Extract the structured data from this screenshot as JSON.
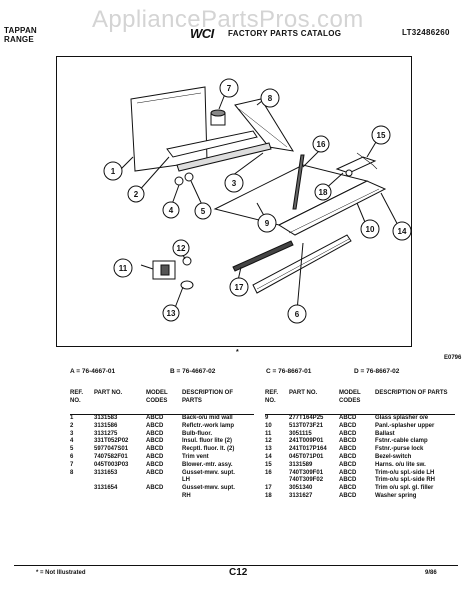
{
  "header": {
    "brand_line1": "TAPPAN",
    "brand_line2": "RANGE",
    "logo": "WCI",
    "catalog_title": "FACTORY PARTS CATALOG",
    "catalog_number": "LT32486260",
    "watermark": "AppliancePartsPros.com"
  },
  "diagram": {
    "drawing_number": "E0796",
    "star_mark": "*",
    "callouts": [
      "1",
      "2",
      "3",
      "4",
      "5",
      "6",
      "7",
      "8",
      "9",
      "10",
      "11",
      "12",
      "13",
      "14",
      "15",
      "16",
      "17",
      "18"
    ]
  },
  "models": [
    {
      "label": "A = 76-4667-01"
    },
    {
      "label": "B = 76-4667-02"
    },
    {
      "label": "C = 76-8667-01"
    },
    {
      "label": "D = 76-8667-02"
    }
  ],
  "table": {
    "headers": {
      "ref": "REF. NO.",
      "part": "PART NO.",
      "model": "MODEL CODES",
      "desc": "DESCRIPTION OF PARTS"
    },
    "left_rows": [
      {
        "ref": "1",
        "part": "3131583",
        "model": "ABCD",
        "desc": "Back-o/u mid wall"
      },
      {
        "ref": "2",
        "part": "3131586",
        "model": "ABCD",
        "desc": "Reflctr.-work lamp"
      },
      {
        "ref": "3",
        "part": "3131275",
        "model": "ABCD",
        "desc": "Bulb-fluor."
      },
      {
        "ref": "4",
        "part": "331T052P02",
        "model": "ABCD",
        "desc": "Insul. fluor lite (2)"
      },
      {
        "ref": "5",
        "part": "5977047S01",
        "model": "ABCD",
        "desc": "Recptl. fluor. lt. (2)"
      },
      {
        "ref": "6",
        "part": "7407582F01",
        "model": "ABCD",
        "desc": "Trim vent"
      },
      {
        "ref": "7",
        "part": "045T003P03",
        "model": "ABCD",
        "desc": "Blower.-mtr. assy."
      },
      {
        "ref": "8",
        "part": "3131653",
        "model": "ABCD",
        "desc": "Gusset-mwv. supt.",
        "desc2": "LH"
      },
      {
        "ref": "",
        "part": "3131654",
        "model": "ABCD",
        "desc": "Gusset-mwv. supt.",
        "desc2": "RH"
      }
    ],
    "right_rows": [
      {
        "ref": "9",
        "part": "277T164P25",
        "model": "ABCD",
        "desc": "Glass splasher o/e"
      },
      {
        "ref": "10",
        "part": "513T073F21",
        "model": "ABCD",
        "desc": "Panl.-splasher upper"
      },
      {
        "ref": "11",
        "part": "3051115",
        "model": "ABCD",
        "desc": "Ballast"
      },
      {
        "ref": "12",
        "part": "241T009P01",
        "model": "ABCD",
        "desc": "Fstnr.-cable clamp"
      },
      {
        "ref": "13",
        "part": "241T017P164",
        "model": "ABCD",
        "desc": "Fstnr.-purse lock"
      },
      {
        "ref": "14",
        "part": "045T071P01",
        "model": "ABCD",
        "desc": "Bezel-switch"
      },
      {
        "ref": "15",
        "part": "3131589",
        "model": "ABCD",
        "desc": "Harns. o/u lite sw."
      },
      {
        "ref": "16",
        "part": "740T309F01",
        "model": "ABCD",
        "desc": "Trim-o/u spl.-side LH"
      },
      {
        "ref": "",
        "part": "740T309F02",
        "model": "ABCD",
        "desc": "Trim-o/u spl.-side RH"
      },
      {
        "ref": "17",
        "part": "3051340",
        "model": "ABCD",
        "desc": "Trim o/u spl. gl. filler"
      },
      {
        "ref": "18",
        "part": "3131627",
        "model": "ABCD",
        "desc": "Washer spring"
      }
    ]
  },
  "footer": {
    "note": "* = Not Illustrated",
    "page": "C12",
    "date": "9/86"
  }
}
